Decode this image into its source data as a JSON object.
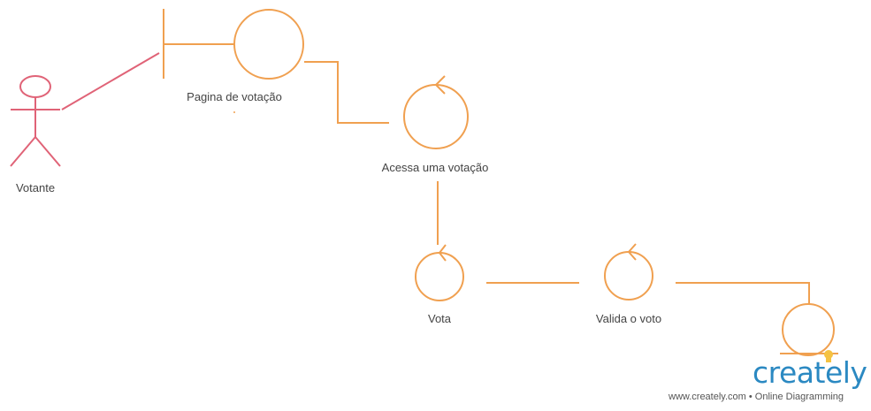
{
  "diagram": {
    "actor": {
      "label": "Votante"
    },
    "boundary": {
      "label": "Pagina de votação"
    },
    "controls": [
      {
        "label": "Acessa uma votação"
      },
      {
        "label": "Vota"
      },
      {
        "label": "Valida o voto"
      }
    ],
    "entity": {
      "label": ""
    }
  },
  "branding": {
    "logo_text": "creately",
    "footer_text": "www.creately.com • Online Diagramming"
  },
  "colors": {
    "actor": "#e06377",
    "shapes": "#f0a050",
    "logo": "#2b89c2",
    "bulb": "#f5c242"
  }
}
